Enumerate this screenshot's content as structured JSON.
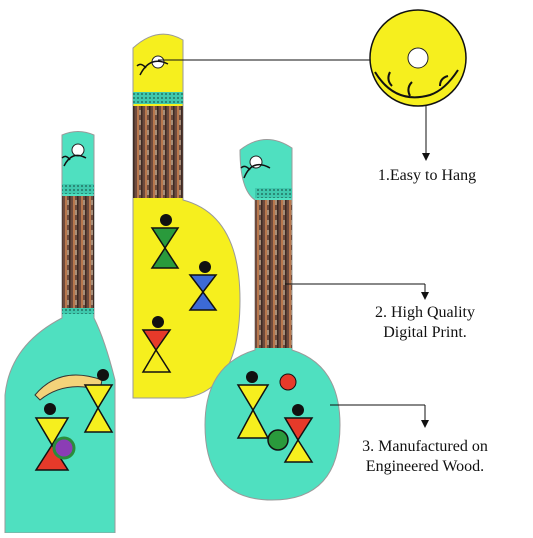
{
  "features": [
    {
      "line1": "1.Easy to Hang",
      "line2": ""
    },
    {
      "line1": "2. High Quality",
      "line2": "Digital Print."
    },
    {
      "line1": "3. Manufactured on",
      "line2": "Engineered Wood."
    }
  ],
  "colors": {
    "turquoise": "#4fe0c0",
    "yellow": "#f6ef1e",
    "brown_stripe": "#8a4b3c",
    "ink": "#111111"
  }
}
